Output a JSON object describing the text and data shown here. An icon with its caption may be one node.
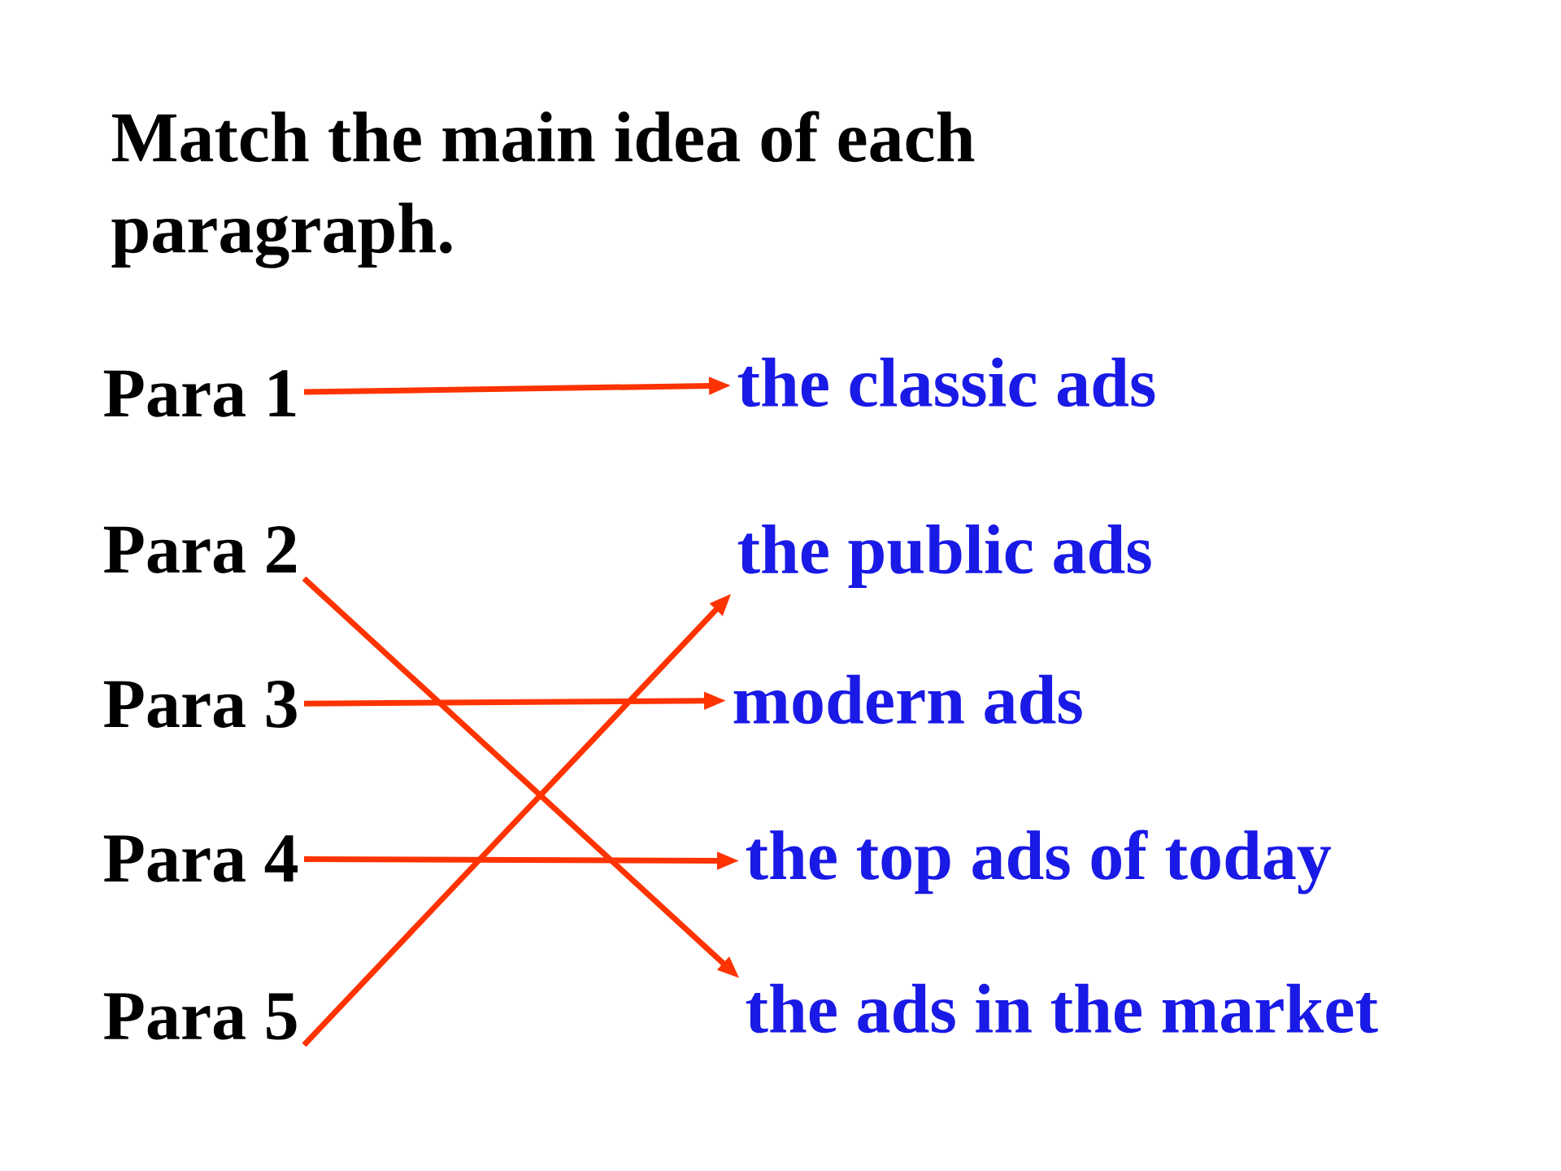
{
  "diagram": {
    "title": "Match the main idea of each paragraph.",
    "nodes": [
      {
        "text": [
          "Para 1"
        ]
      },
      {
        "text": [
          "Para 2"
        ]
      },
      {
        "text": [
          "Para 3"
        ]
      },
      {
        "text": [
          "Para 4"
        ]
      },
      {
        "text": [
          "Para 5"
        ]
      },
      {
        "text": [
          "the classic ads"
        ]
      },
      {
        "text": [
          "the public ads"
        ]
      },
      {
        "text": [
          "modern ads"
        ]
      },
      {
        "text": [
          "the top ads of today"
        ]
      },
      {
        "text": [
          "the ads in the market"
        ]
      }
    ],
    "edges": [
      {
        "from": 0,
        "to": 5,
        "arrow": "to"
      },
      {
        "from": 1,
        "to": 9,
        "arrow": "to"
      },
      {
        "from": 2,
        "to": 7,
        "arrow": "to"
      },
      {
        "from": 3,
        "to": 8,
        "arrow": "to"
      },
      {
        "from": 4,
        "to": 6,
        "arrow": "to"
      }
    ]
  }
}
